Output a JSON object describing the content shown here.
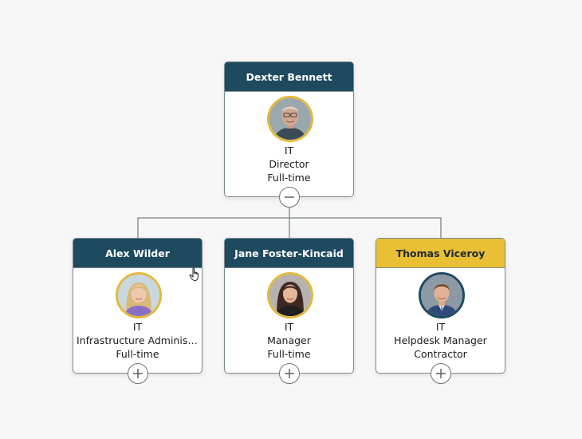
{
  "nodes": [
    {
      "id": "dexter",
      "name": "Dexter Bennett",
      "department": "IT",
      "title": "Director",
      "employment": "Full-time",
      "toggle": "collapse",
      "avatar": "older-man-glasses-avatar",
      "header_color": "#1e4a5f"
    },
    {
      "id": "alex",
      "name": "Alex Wilder",
      "department": "IT",
      "title": "Infrastructure Administr…",
      "employment": "Full-time",
      "toggle": "expand",
      "avatar": "blonde-woman-avatar",
      "header_color": "#1e4a5f"
    },
    {
      "id": "jane",
      "name": "Jane Foster-Kincaid",
      "department": "IT",
      "title": "Manager",
      "employment": "Full-time",
      "toggle": "expand",
      "avatar": "dark-haired-woman-avatar",
      "header_color": "#1e4a5f"
    },
    {
      "id": "thomas",
      "name": "Thomas Viceroy",
      "department": "IT",
      "title": "Helpdesk Manager",
      "employment": "Contractor",
      "toggle": "expand",
      "avatar": "man-in-suit-avatar",
      "header_color": "#e9bf35"
    }
  ],
  "colors": {
    "header_navy": "#1e4a5f",
    "header_gold": "#e9bf35",
    "avatar_ring": "#e1b93f",
    "connector": "#8a9499"
  }
}
